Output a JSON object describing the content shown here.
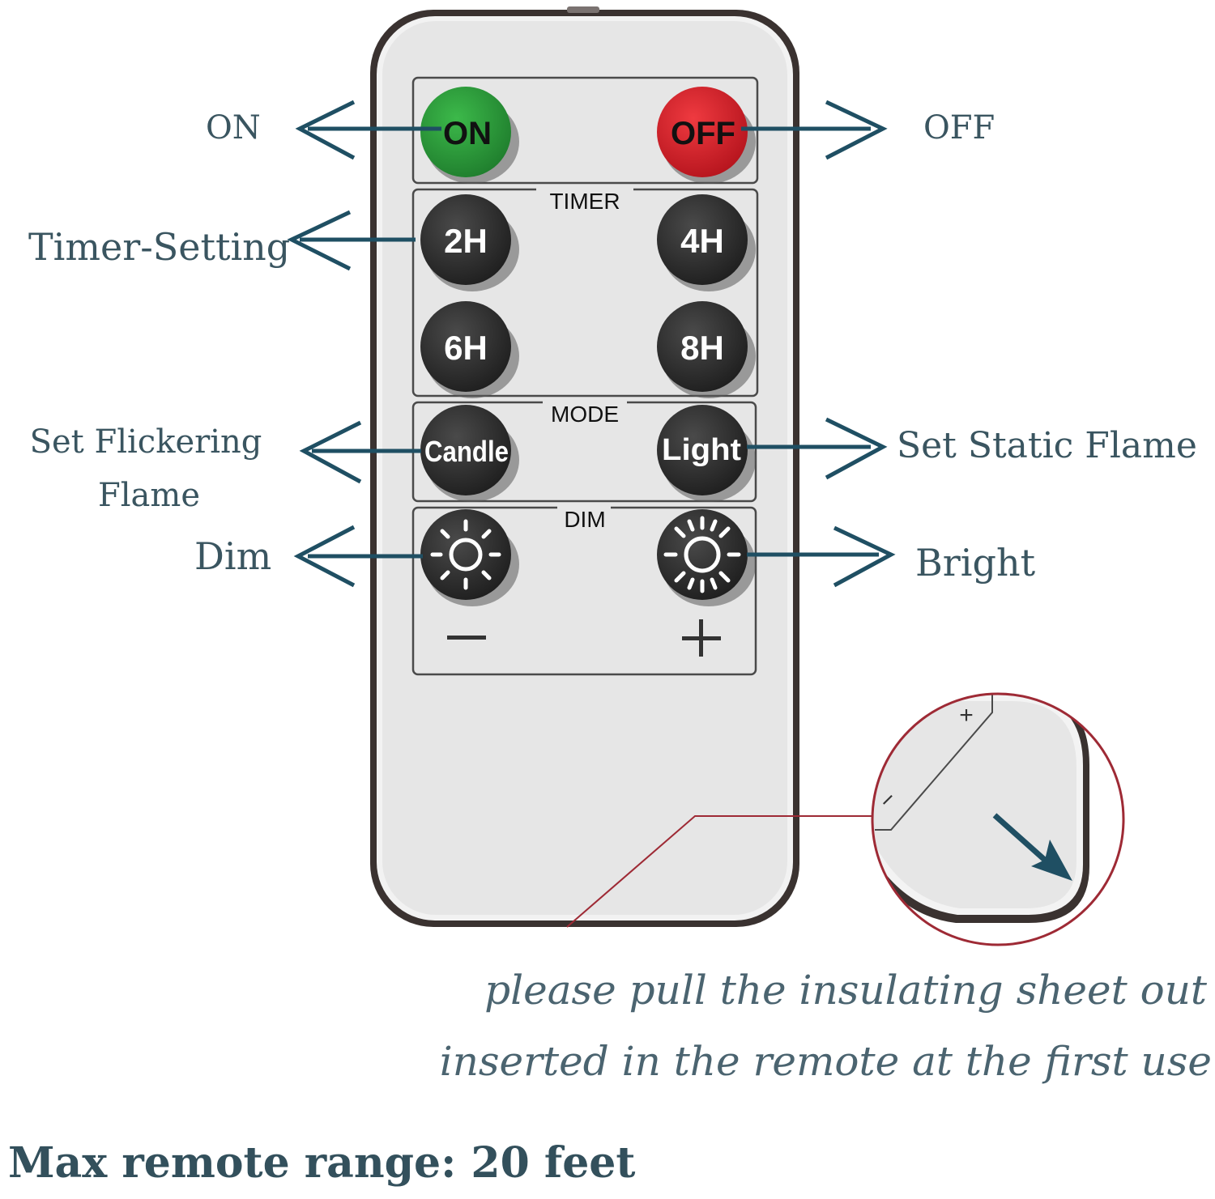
{
  "remote": {
    "section_timer": "TIMER",
    "section_mode": "MODE",
    "section_dim": "DIM",
    "buttons": {
      "on": "ON",
      "off": "OFF",
      "timer_2h": "2H",
      "timer_4h": "4H",
      "timer_6h": "6H",
      "timer_8h": "8H",
      "candle": "Candle",
      "light": "Light"
    },
    "minus_sign": "−",
    "plus_sign": "+"
  },
  "callouts": {
    "on": "ON",
    "off": "OFF",
    "timer_setting": "Timer-Setting",
    "set_flickering_line1": "Set Flickering",
    "set_flickering_line2": "Flame",
    "set_static": "Set Static Flame",
    "dim": "Dim",
    "bright": "Bright"
  },
  "inset": {
    "plus_sign": "+",
    "minus_sign": "−"
  },
  "note": {
    "line1": "please pull the insulating sheet out",
    "line2": "inserted in the remote at the first use"
  },
  "footer": {
    "range": "Max remote range: 20 feet"
  },
  "colors": {
    "arrow": "#1f4f63",
    "on_button": "#2e9a3c",
    "off_button": "#d81f2a",
    "dark_button": "#2e2e2e",
    "remote_body": "#e9e9e9",
    "remote_border": "#3a3230",
    "inset_circle": "#9e2a35"
  }
}
